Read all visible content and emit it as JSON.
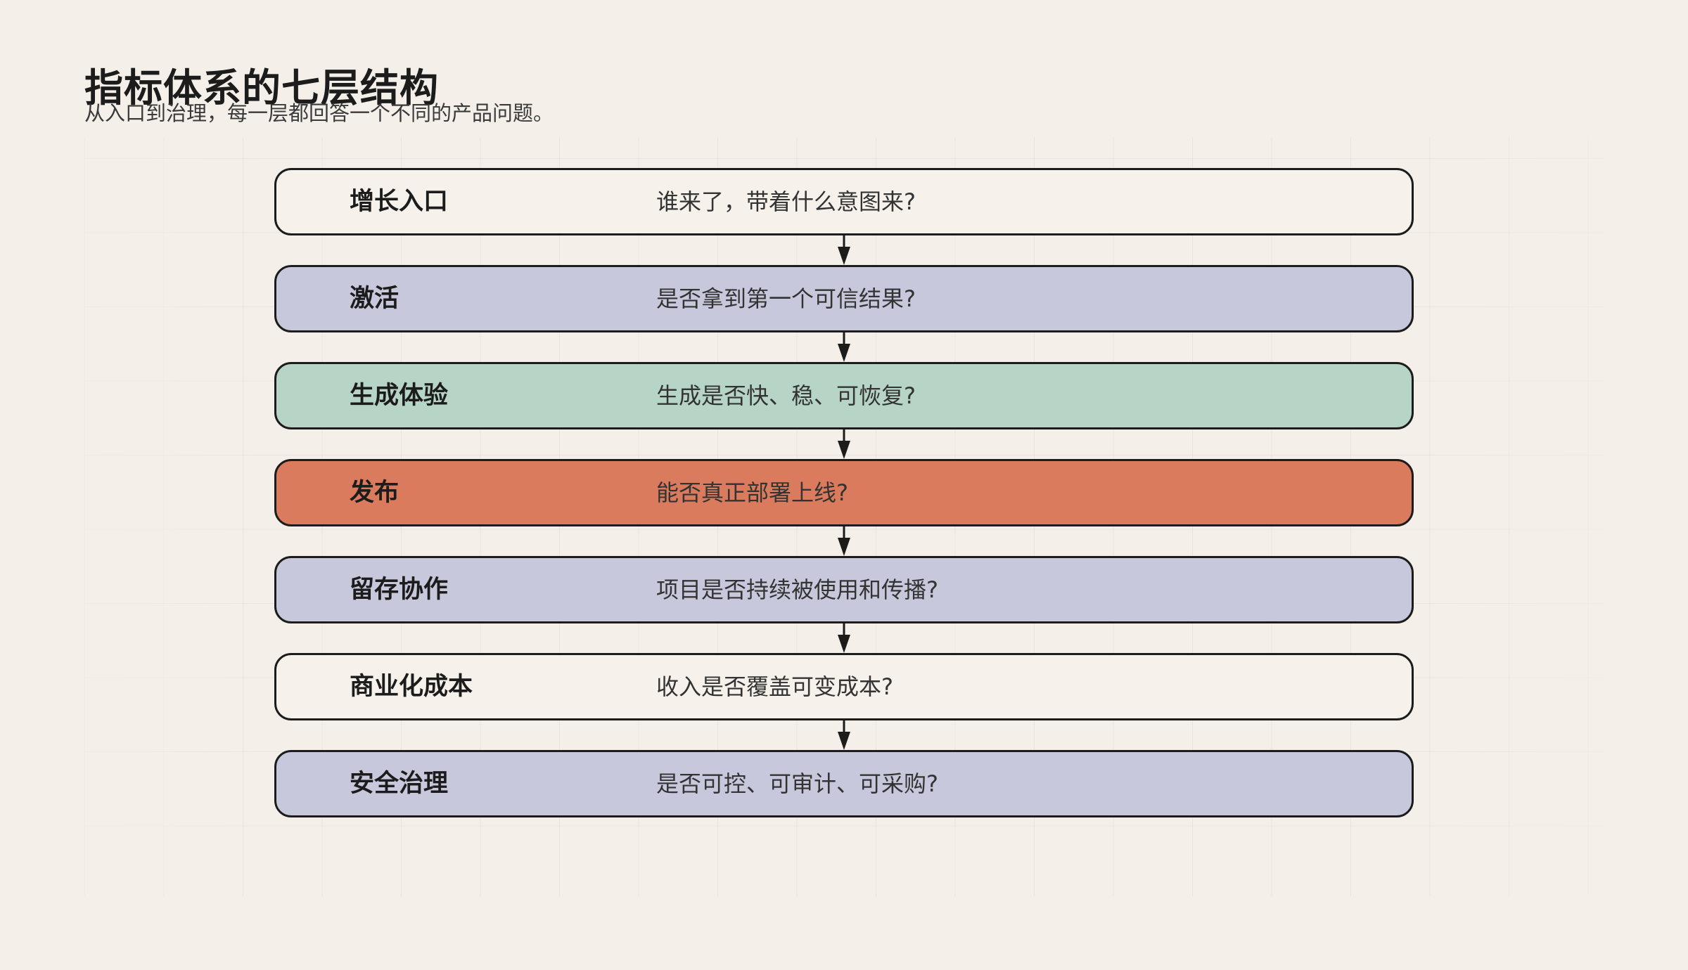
{
  "header": {
    "title": "指标体系的七层结构",
    "subtitle": "从入口到治理，每一层都回答一个不同的产品问题。"
  },
  "colors": {
    "background": "#f4f0e9",
    "cream": "#f6f1ea",
    "lavender": "#c8c8dd",
    "mint": "#b7d5c7",
    "orange": "#da7b5d",
    "border": "#1c1c1c"
  },
  "layers": [
    {
      "name": "增长入口",
      "question": "谁来了，带着什么意图来?",
      "color": "cream"
    },
    {
      "name": "激活",
      "question": "是否拿到第一个可信结果?",
      "color": "lavender"
    },
    {
      "name": "生成体验",
      "question": "生成是否快、稳、可恢复?",
      "color": "mint"
    },
    {
      "name": "发布",
      "question": "能否真正部署上线?",
      "color": "orange"
    },
    {
      "name": "留存协作",
      "question": "项目是否持续被使用和传播?",
      "color": "lavender"
    },
    {
      "name": "商业化成本",
      "question": "收入是否覆盖可变成本?",
      "color": "cream"
    },
    {
      "name": "安全治理",
      "question": "是否可控、可审计、可采购?",
      "color": "lavender"
    }
  ]
}
